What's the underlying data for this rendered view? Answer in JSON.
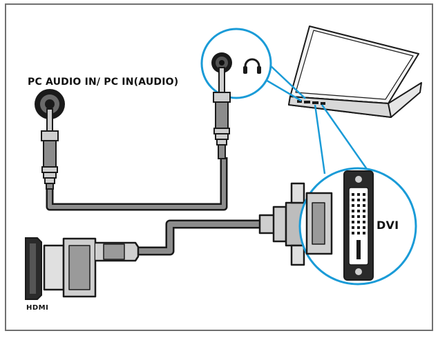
{
  "diagram": {
    "labels": {
      "pc_audio_in": "PC AUDIO IN/ PC IN(AUDIO)",
      "dvi": "DVI",
      "hdmi": "HDMI"
    },
    "colors": {
      "frame": "#707070",
      "callout": "#1a9bd7",
      "cable_outline": "#1a1a1a",
      "cable_fill": "#8c8c8c",
      "connector_fill": "#cfcfcf",
      "connector_dark": "#3a3a3a"
    },
    "components": [
      "pc-audio-in-jack",
      "audio-cable",
      "headphone-jack",
      "headphone-icon",
      "laptop",
      "dvi-port",
      "vga-dvi-connector",
      "hdmi-port",
      "hdmi-connector",
      "hdmi-cable"
    ]
  }
}
